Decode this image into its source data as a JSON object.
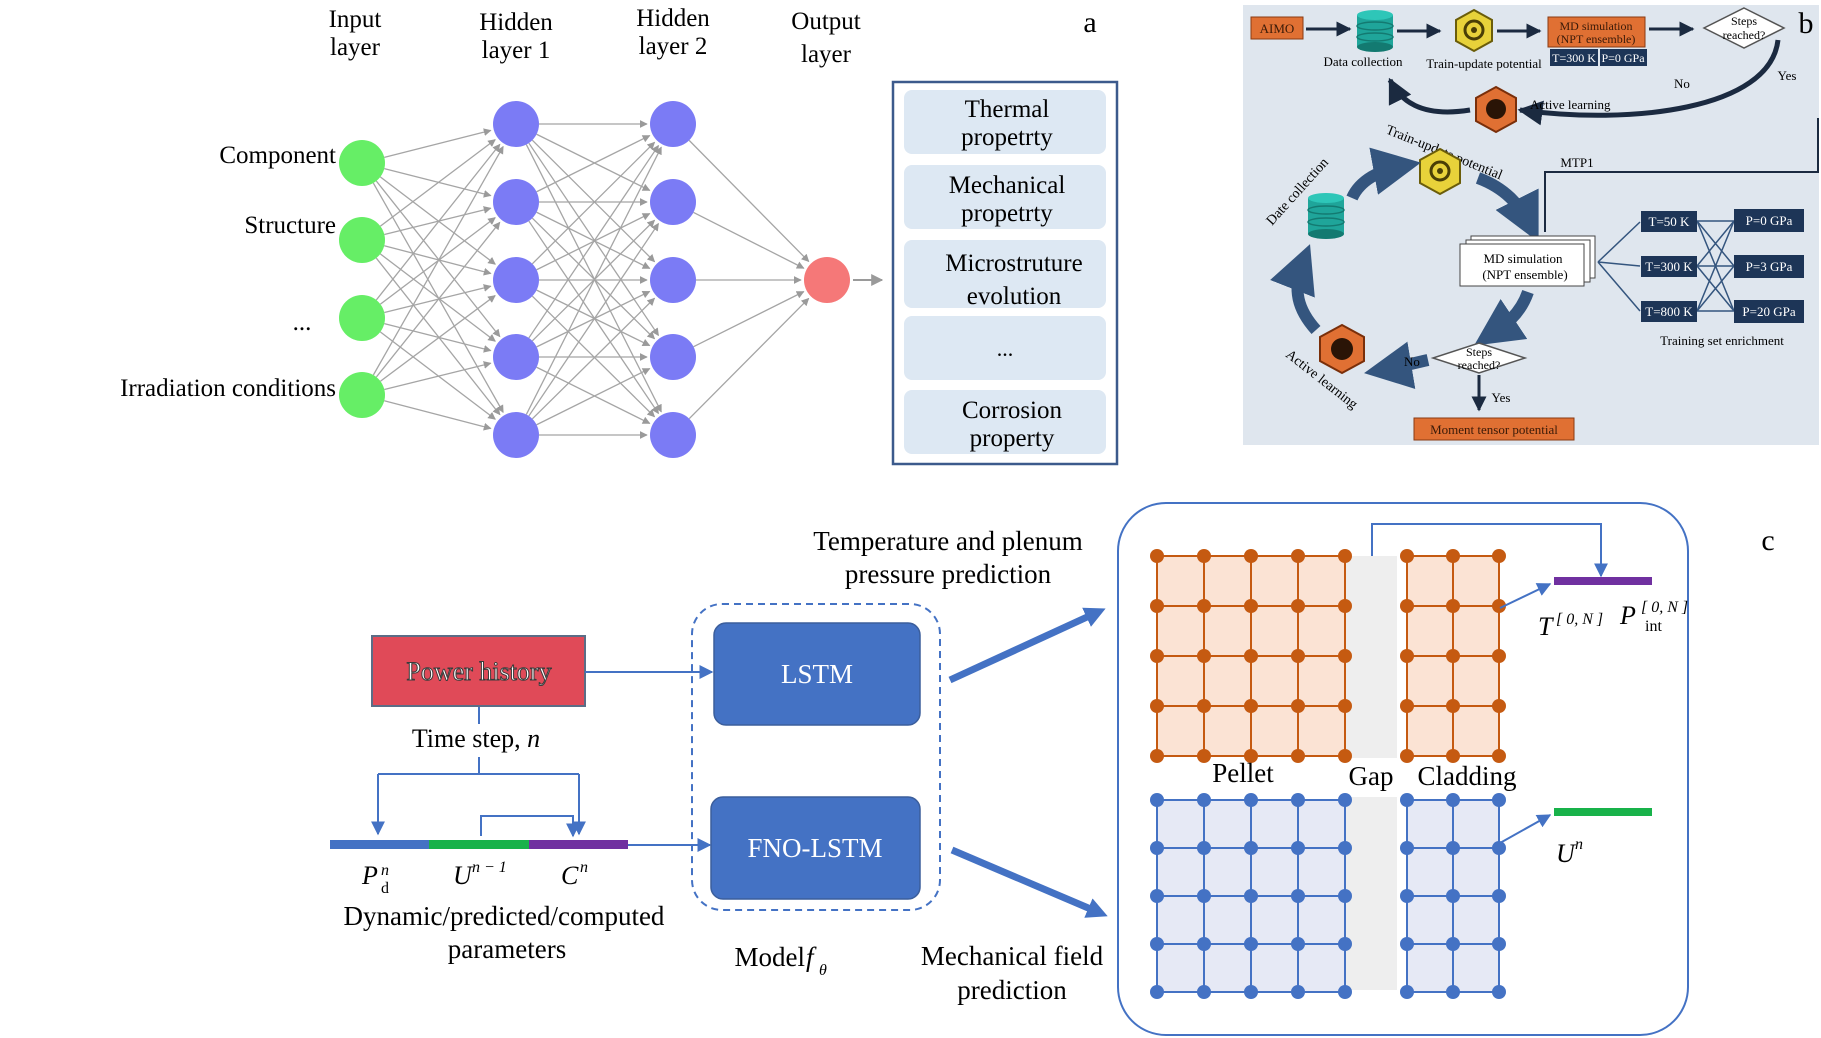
{
  "panel_a": {
    "panel_label": "a",
    "layer_headers": [
      {
        "line1": "Input",
        "line2": "layer"
      },
      {
        "line1": "Hidden",
        "line2": "layer 1"
      },
      {
        "line1": "Hidden",
        "line2": "layer 2"
      },
      {
        "line1": "Output",
        "line2": "layer"
      }
    ],
    "inputs": [
      "Component",
      "Structure",
      "...",
      "Irradiation conditions"
    ],
    "outputs": [
      {
        "line1": "Thermal",
        "line2": "propetrty"
      },
      {
        "line1": "Mechanical",
        "line2": "propetrty"
      },
      {
        "line1": "Microstruture",
        "line2": "evolution"
      },
      {
        "line1": "...",
        "line2": ""
      },
      {
        "line1": "Corrosion",
        "line2": "property"
      }
    ],
    "colors": {
      "input": "#66ee66",
      "hidden": "#7b7bf5",
      "output": "#f57878",
      "box_border": "#3c5a8c",
      "box_fill": "#dde8f3"
    }
  },
  "panel_b": {
    "panel_label": "b",
    "aimo": "AIMO",
    "data_collection": "Data collection",
    "train_update": "Train-update potential",
    "md_top_line1": "MD simulation",
    "md_top_line2": "(NPT ensemble)",
    "t300_top": "T=300 K",
    "p0_top": "P=0 GPa",
    "steps_top_line1": "Steps",
    "steps_top_line2": "reached?",
    "no_top": "No",
    "yes_top": "Yes",
    "active_learning_top": "Active learning",
    "mtp1": "MTP1",
    "train_update_curved": "Train-update potential",
    "date_collection": "Date collection",
    "md_mid_line1": "MD simulation",
    "md_mid_line2": "(NPT ensemble)",
    "temps": [
      "T=50 K",
      "T=300 K",
      "T=800 K"
    ],
    "pressures": [
      "P=0 GPa",
      "P=3 GPa",
      "P=20 GPa"
    ],
    "enrichment": "Training set enrichment",
    "steps_bottom_line1": "Steps",
    "steps_bottom_line2": "reached?",
    "no_bottom": "No",
    "yes_bottom": "Yes",
    "active_learning_curved": "Active learning",
    "mtp": "Moment tensor potential",
    "colors": {
      "background": "#dfe6ee",
      "orange": "#e07033",
      "navy": "#1d3557",
      "arrow": "#34557e"
    }
  },
  "panel_c": {
    "panel_label": "c",
    "temp_line1": "Temperature and plenum",
    "temp_line2": "pressure prediction",
    "power_history": "Power history",
    "time_step": "Time step, ",
    "time_step_n": "n",
    "lstm": "LSTM",
    "fno_lstm": "FNO-LSTM",
    "model": "Model ",
    "model_f": "f",
    "model_theta": "θ",
    "mech_line1": "Mechanical field",
    "mech_line2": "prediction",
    "dyn_line1": "Dynamic/predicted/computed",
    "dyn_line2": "parameters",
    "pellet": "Pellet",
    "gap": "Gap",
    "cladding": "Cladding",
    "sym_p": "P",
    "sym_p_sup": "n",
    "sym_p_sub": "d",
    "sym_u": "U",
    "sym_u_sup": "n − 1",
    "sym_c": "C",
    "sym_c_sup": "n",
    "out_t": "T",
    "out_t_sup": "[ 0, N ]",
    "out_p": "P",
    "out_p_sup": "[ 0, N ]",
    "out_p_sub": "int",
    "out_u": "U",
    "out_u_sup": "n",
    "colors": {
      "power": "#e04a58",
      "model_box": "#4472c4",
      "blue_bar": "#4472c4",
      "green_bar": "#18b24a",
      "purple_bar": "#7030a0",
      "orange_grid": "#fbe3d4",
      "orange_node": "#c55a11",
      "blue_grid": "#e6e9f5",
      "blue_node": "#4472c4"
    }
  }
}
